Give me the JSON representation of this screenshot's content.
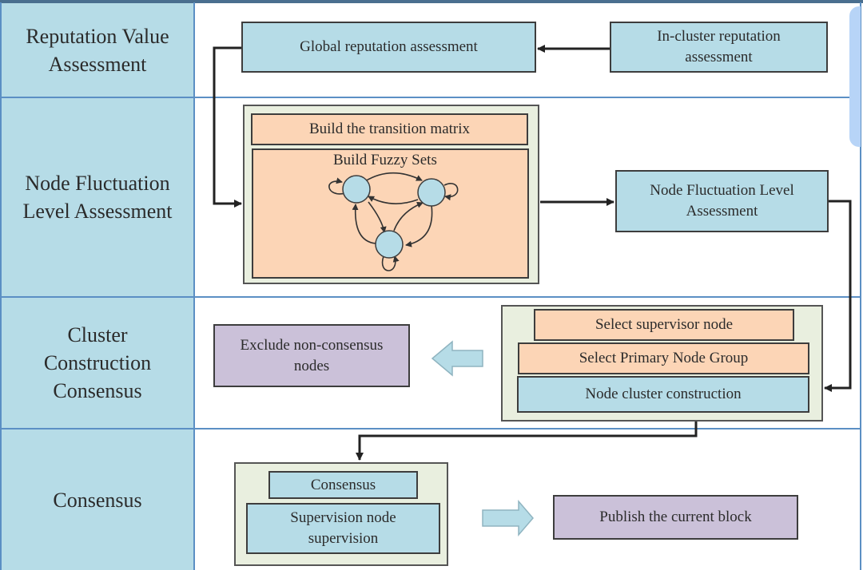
{
  "lanes": [
    {
      "label": "Reputation Value\nAssessment"
    },
    {
      "label": "Node Fluctuation\nLevel Assessment"
    },
    {
      "label": "Cluster\nConstruction\nConsensus"
    },
    {
      "label": "Consensus"
    }
  ],
  "reputation": {
    "global": "Global reputation assessment",
    "in_cluster": "In-cluster reputation\nassessment"
  },
  "fluctuation": {
    "transition_matrix": "Build the transition matrix",
    "fuzzy_sets": "Build Fuzzy Sets",
    "fuzzy_state_count": 3,
    "level_assessment": "Node Fluctuation Level\nAssessment"
  },
  "cluster": {
    "exclude": "Exclude non-consensus\nnodes",
    "select_supervisor": "Select supervisor node",
    "select_primary": "Select Primary Node Group",
    "cluster_construction": "Node cluster construction"
  },
  "consensus": {
    "consensus": "Consensus",
    "supervision": "Supervision node\nsupervision",
    "publish": "Publish the current block"
  },
  "colors": {
    "lane_fill": "#b6dce7",
    "lane_rule": "#5b8fc4",
    "process_blue": "#b6dce7",
    "process_peach": "#fcd5b6",
    "process_purple": "#cbc1d9",
    "group_green": "#e9efdf"
  }
}
